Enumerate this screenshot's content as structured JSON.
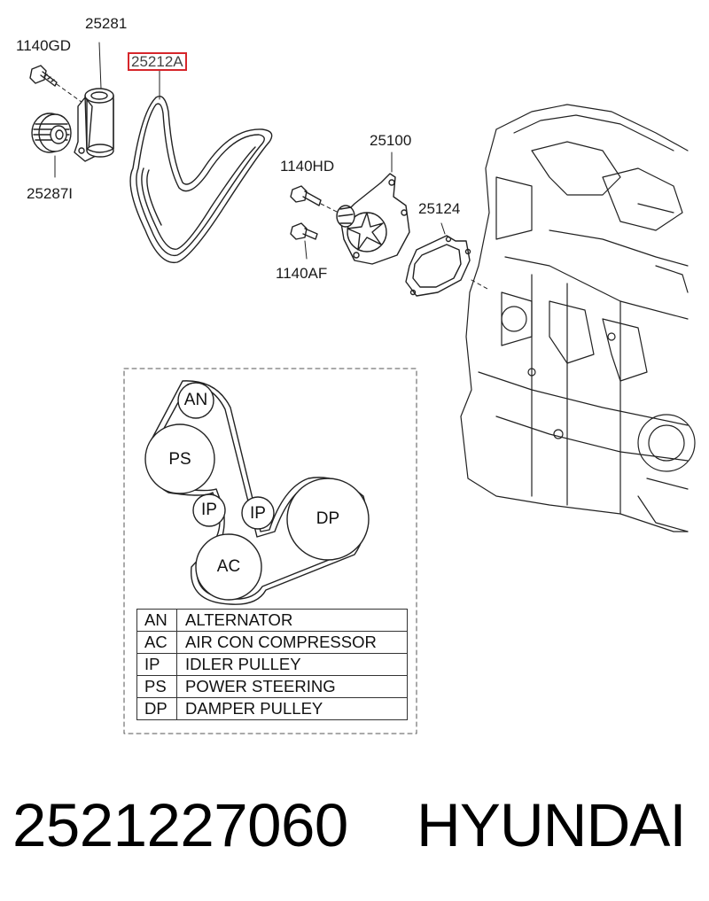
{
  "callouts": {
    "bolt_top": "1140GD",
    "tensioner": "25281",
    "belt": "25212A",
    "idler": "25287I",
    "water_pump": "25100",
    "bolt_hd": "1140HD",
    "gasket": "25124",
    "bolt_af": "1140AF"
  },
  "pulleys": {
    "an": "AN",
    "ps": "PS",
    "ip1": "IP",
    "ip2": "IP",
    "dp": "DP",
    "ac": "AC"
  },
  "legend": [
    {
      "abbr": "AN",
      "name": "ALTERNATOR"
    },
    {
      "abbr": "AC",
      "name": "AIR CON COMPRESSOR"
    },
    {
      "abbr": "IP",
      "name": "IDLER PULLEY"
    },
    {
      "abbr": "PS",
      "name": "POWER STEERING"
    },
    {
      "abbr": "DP",
      "name": "DAMPER PULLEY"
    }
  ],
  "footer": {
    "part_number": "2521227060",
    "brand": "HYUNDAI"
  },
  "colors": {
    "highlight": "#d6262b",
    "line": "#222222"
  }
}
